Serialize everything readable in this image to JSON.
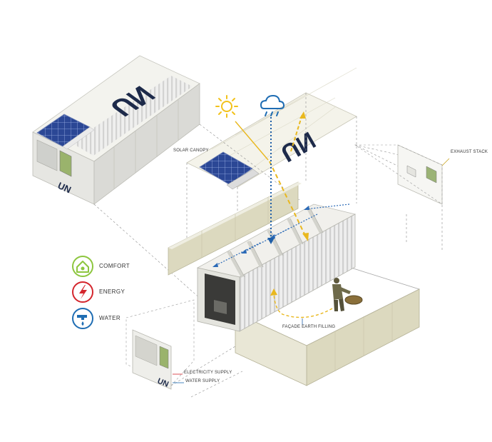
{
  "container_brand": "UN",
  "roof_brand": "UN",
  "labels": {
    "solar_canopy": "SOLAR CANOPY",
    "exhaust_stack": "EXHAUST STACK",
    "facade_earth_filling": "FAÇADE EARTH FILLING",
    "electricity_supply": "ELECTRICITY SUPPLY",
    "water_supply": "WATER SUPPLY"
  },
  "legend": [
    {
      "label": "COMFORT",
      "icon": "house-icon",
      "color": "#8dc63f"
    },
    {
      "label": "ENERGY",
      "icon": "lightning-icon",
      "color": "#d4262d"
    },
    {
      "label": "WATER",
      "icon": "faucet-icon",
      "color": "#1f6db3"
    }
  ],
  "colors": {
    "un_navy": "#1d2a4a",
    "sun": "#f2c21b",
    "solar_flow": "#e9b81f",
    "water_flow": "#1f5fa8",
    "wall_olive": "#dcd9bf"
  }
}
